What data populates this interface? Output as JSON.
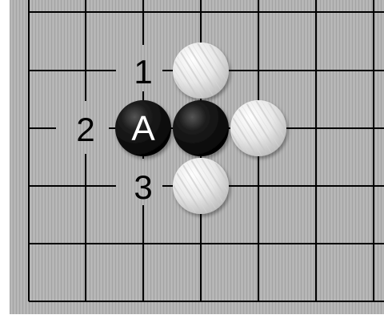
{
  "board": {
    "colors": {
      "background": "#b3b3b3",
      "grain": "#9f9f9f",
      "line": "#000000",
      "black_stone": "#111111",
      "white_stone": "#e6e6e6"
    },
    "visible_grid": {
      "columns": 7,
      "rows": 6
    },
    "stones": [
      {
        "color": "black",
        "col": 2,
        "row": 2,
        "label": "A"
      },
      {
        "color": "black",
        "col": 3,
        "row": 2,
        "label": ""
      },
      {
        "color": "white",
        "col": 3,
        "row": 1,
        "label": ""
      },
      {
        "color": "white",
        "col": 4,
        "row": 2,
        "label": ""
      },
      {
        "color": "white",
        "col": 3,
        "row": 3,
        "label": ""
      }
    ],
    "point_labels": [
      {
        "text": "1",
        "col": 2,
        "row": 1
      },
      {
        "text": "2",
        "col": 1,
        "row": 2
      },
      {
        "text": "3",
        "col": 2,
        "row": 3
      }
    ]
  }
}
